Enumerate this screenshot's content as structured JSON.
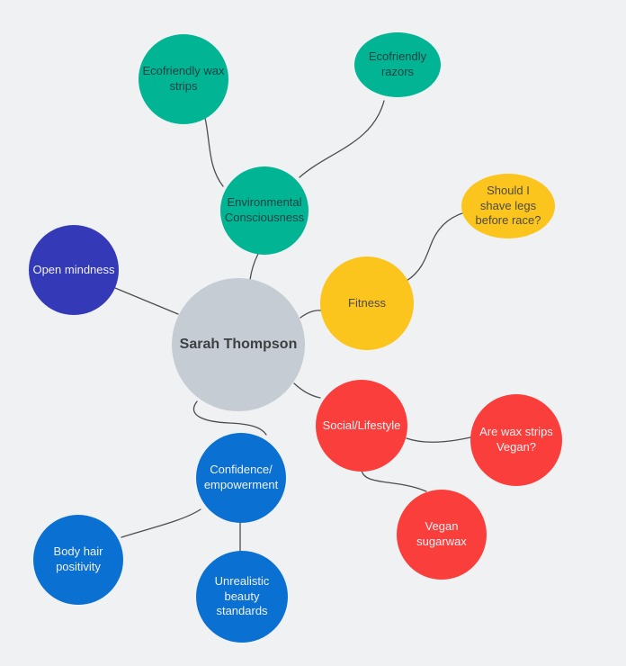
{
  "app": {
    "title": "Sarah Thompson mind map"
  },
  "colors": {
    "background": "#EFF1F3",
    "edge": "#4D4D4D",
    "gray": "#C5CCD3",
    "teal": "#00B494",
    "indigo": "#3439B8",
    "yellow": "#FCC51D",
    "red": "#FA3E3C",
    "blue": "#0A70D2",
    "text_center": "#3C4043",
    "text_dark_teal": "#1D4246",
    "text_dark_yellow": "#4C4B45",
    "text_light": "#F1F1F3"
  },
  "mindmap": {
    "nodes": [
      {
        "id": "sarah-thompson",
        "label": "Sarah Thompson",
        "color": "gray",
        "role": "center"
      },
      {
        "id": "ecofriendly-wax-strips",
        "label": "Ecofriendly wax\nstrips",
        "color": "teal"
      },
      {
        "id": "ecofriendly-razors",
        "label": "Ecofriendly\nrazors",
        "color": "teal"
      },
      {
        "id": "environmental-consciousness",
        "label": "Environmental\nConsciousness",
        "color": "teal"
      },
      {
        "id": "open-mindness",
        "label": "Open mindness",
        "color": "indigo"
      },
      {
        "id": "fitness",
        "label": "Fitness",
        "color": "yellow"
      },
      {
        "id": "should-i-shave-legs-before-race",
        "label": "Should I\nshave legs\nbefore race?",
        "color": "yellow"
      },
      {
        "id": "social-lifestyle",
        "label": "Social/Lifestyle",
        "color": "red"
      },
      {
        "id": "are-wax-strips-vegan",
        "label": "Are wax strips\nVegan?",
        "color": "red"
      },
      {
        "id": "vegan-sugarwax",
        "label": "Vegan\nsugarwax",
        "color": "red"
      },
      {
        "id": "confidence-empowerment",
        "label": "Confidence/\nempowerment",
        "color": "blue"
      },
      {
        "id": "body-hair-positivity",
        "label": "Body hair\npositivity",
        "color": "blue"
      },
      {
        "id": "unrealistic-beauty-standards",
        "label": "Unrealistic\nbeauty\nstandards",
        "color": "blue"
      }
    ],
    "edges": [
      {
        "from": "ecofriendly-wax-strips",
        "to": "environmental-consciousness"
      },
      {
        "from": "ecofriendly-razors",
        "to": "environmental-consciousness"
      },
      {
        "from": "environmental-consciousness",
        "to": "sarah-thompson"
      },
      {
        "from": "sarah-thompson",
        "to": "open-mindness"
      },
      {
        "from": "sarah-thompson",
        "to": "fitness"
      },
      {
        "from": "fitness",
        "to": "should-i-shave-legs-before-race"
      },
      {
        "from": "sarah-thompson",
        "to": "social-lifestyle"
      },
      {
        "from": "social-lifestyle",
        "to": "are-wax-strips-vegan"
      },
      {
        "from": "social-lifestyle",
        "to": "vegan-sugarwax"
      },
      {
        "from": "sarah-thompson",
        "to": "confidence-empowerment"
      },
      {
        "from": "confidence-empowerment",
        "to": "body-hair-positivity"
      },
      {
        "from": "confidence-empowerment",
        "to": "unrealistic-beauty-standards"
      }
    ]
  }
}
